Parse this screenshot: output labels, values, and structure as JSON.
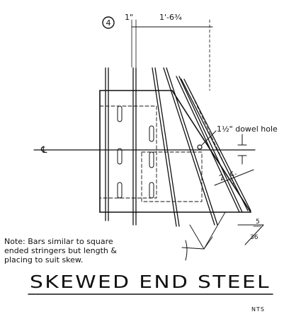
{
  "detail": {
    "mark": "4",
    "dim_left": "1\"",
    "dim_right": "1'-6¾"
  },
  "labels": {
    "dowel": "1½\" dowel hole",
    "centerline": "℄",
    "spacing": "2\" c.",
    "skew_small": "5",
    "skew_large": "36"
  },
  "note": {
    "line1": "Note: Bars similar to square",
    "line2": "ended stringers but length &",
    "line3": "placing to suit skew."
  },
  "title": "SKEWED END STEEL",
  "scale": "NTS"
}
